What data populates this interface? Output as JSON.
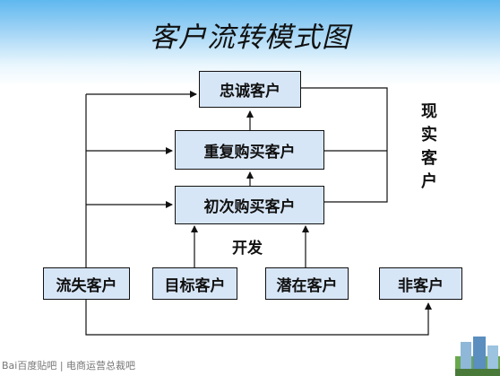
{
  "title": "客户流转模式图",
  "boxes": {
    "loyal": "忠诚客户",
    "repeat": "重复购买客户",
    "first": "初次购买客户",
    "lost": "流失客户",
    "target": "目标客户",
    "potential": "潜在客户",
    "non": "非客户"
  },
  "labels": {
    "develop": "开发",
    "real_customers": "现实客户"
  },
  "watermark": "Bai百度贴吧 | 电商运营总裁吧"
}
